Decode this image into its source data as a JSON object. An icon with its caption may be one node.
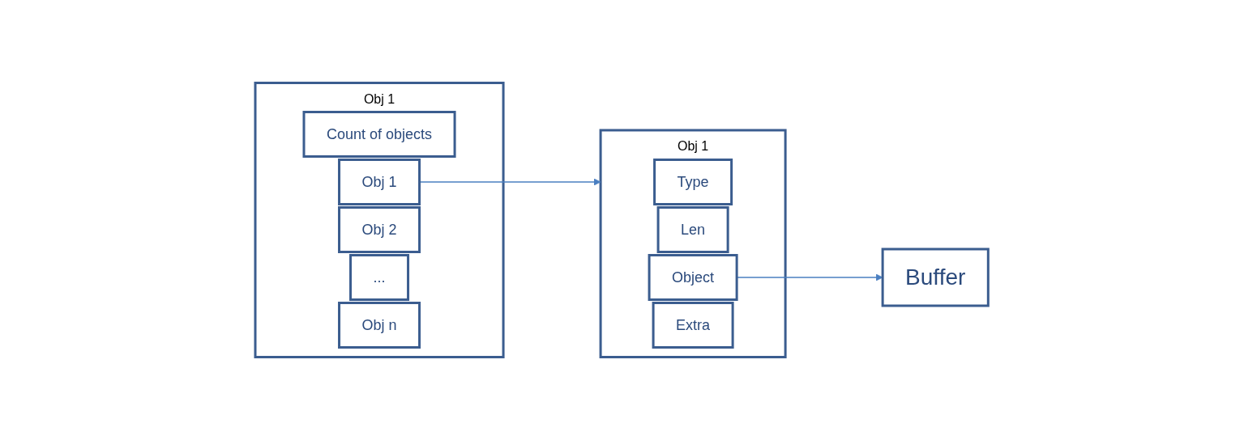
{
  "diagram": {
    "nodes": [
      {
        "text": [
          "Obj 1"
        ]
      },
      {
        "text": [
          "Count of objects"
        ],
        "in": 0
      },
      {
        "text": [
          "Obj 1"
        ],
        "in": 0
      },
      {
        "text": [
          "Obj 2"
        ],
        "in": 0
      },
      {
        "text": [
          "..."
        ],
        "in": 0
      },
      {
        "text": [
          "Obj n"
        ],
        "in": 0
      },
      {
        "text": [
          "Obj 1"
        ]
      },
      {
        "text": [
          "Type"
        ],
        "in": 6
      },
      {
        "text": [
          "Len"
        ],
        "in": 6
      },
      {
        "text": [
          "Object"
        ],
        "in": 6
      },
      {
        "text": [
          "Extra"
        ],
        "in": 6
      },
      {
        "text": [
          "Buffer"
        ]
      }
    ],
    "edges": [
      {
        "from": 2,
        "to": 6,
        "arrow": "to"
      },
      {
        "from": 9,
        "to": 11,
        "arrow": "to"
      }
    ]
  }
}
